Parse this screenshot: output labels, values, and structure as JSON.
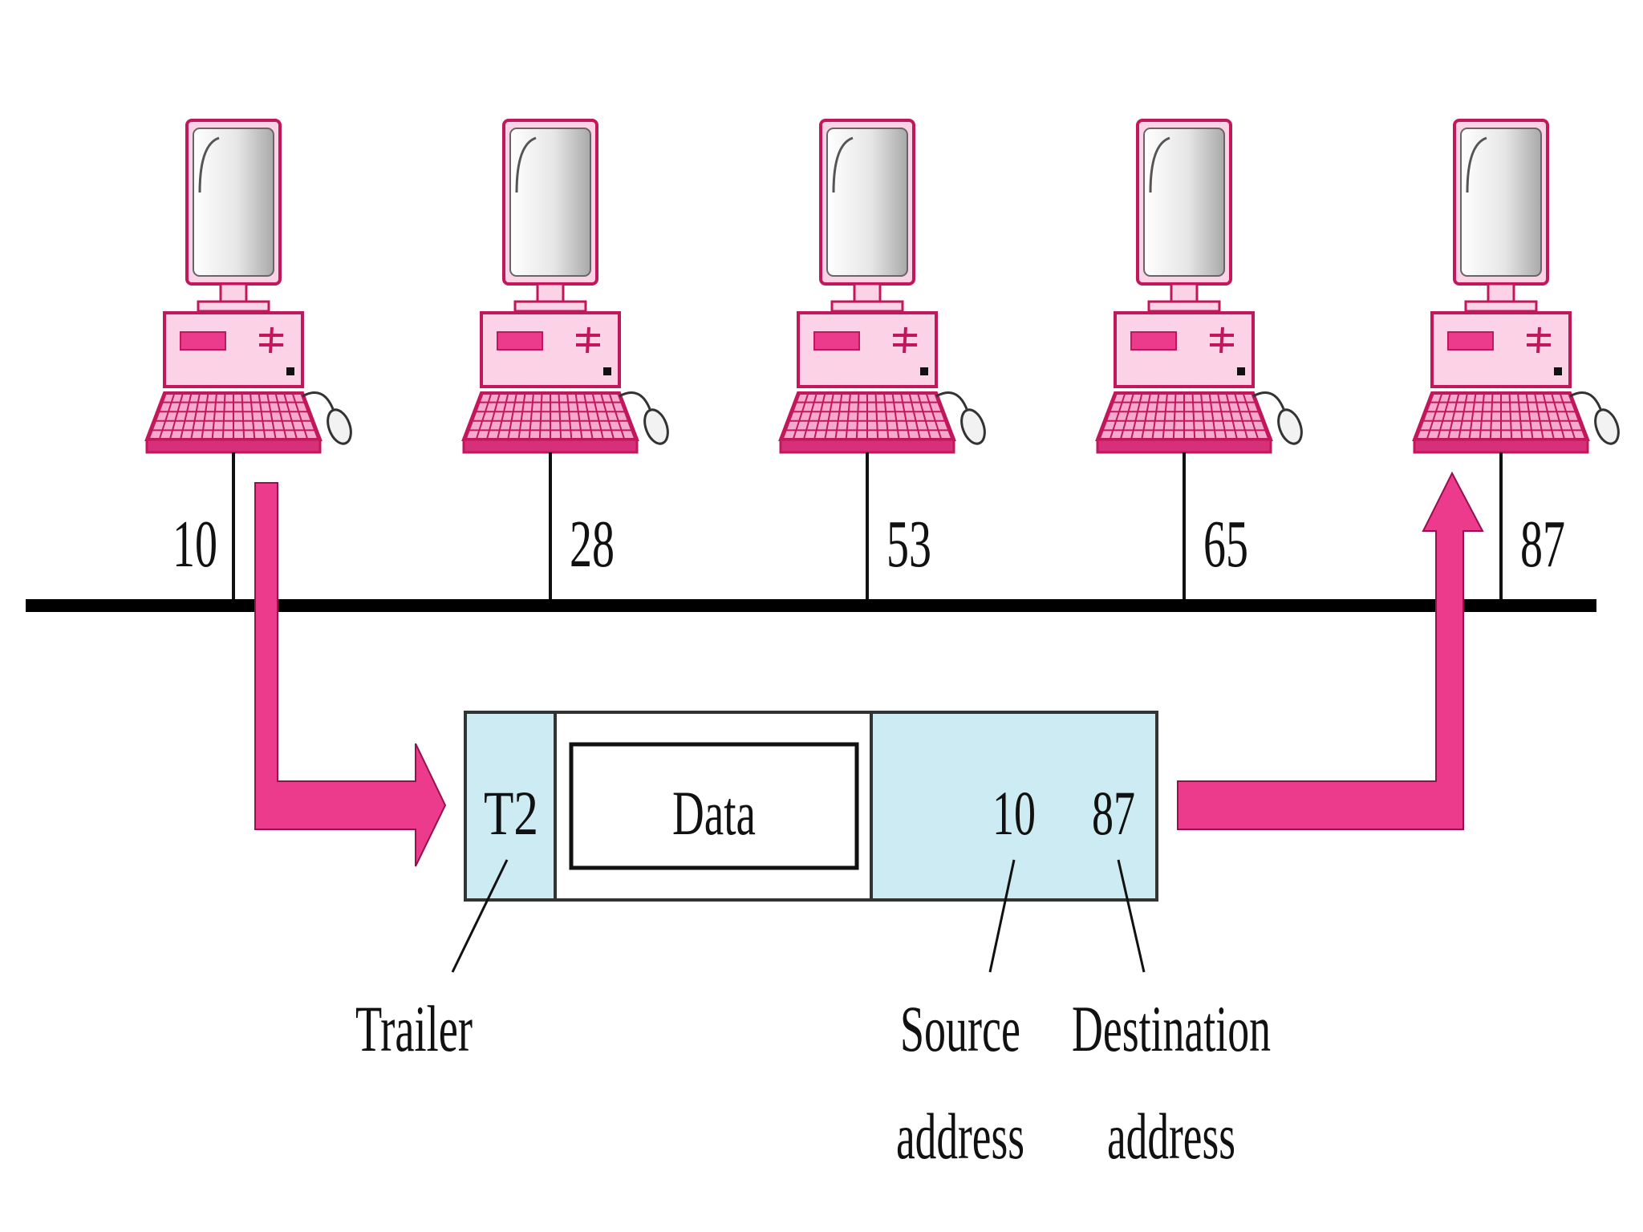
{
  "computers": [
    {
      "address": "10"
    },
    {
      "address": "28"
    },
    {
      "address": "53"
    },
    {
      "address": "65"
    },
    {
      "address": "87"
    }
  ],
  "frame": {
    "trailer": "T2",
    "data": "Data",
    "source": "10",
    "destination": "87"
  },
  "callouts": {
    "trailer": "Trailer",
    "source_line1": "Source",
    "source_line2": "address",
    "destination_line1": "Destination",
    "destination_line2": "address"
  },
  "colors": {
    "arrow": "#ec3b8c",
    "computer_body": "#fbd2e6",
    "computer_outline": "#c2185b",
    "frame_fill": "#cdebf2",
    "bus": "#000000"
  }
}
